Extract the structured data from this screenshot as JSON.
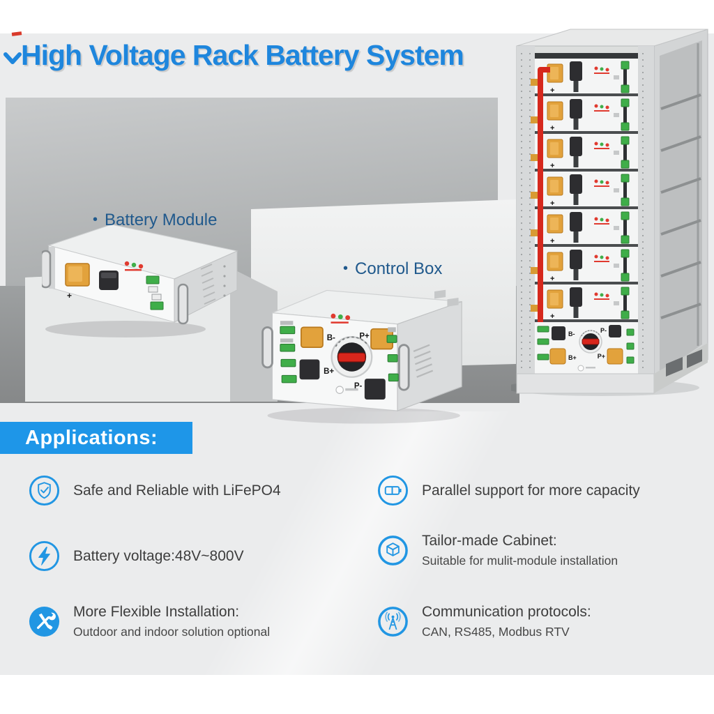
{
  "header": {
    "title": "High Voltage Rack Battery System"
  },
  "showcase": {
    "bullet": "•",
    "battery_module": {
      "label": "Battery Module",
      "plus": "+"
    },
    "control_box": {
      "label": "Control Box",
      "terminals": {
        "b_minus": "B-",
        "b_plus": "B+",
        "p_plus": "P+",
        "p_minus": "P-"
      }
    },
    "rack": {
      "module_plus": "+",
      "terminals": {
        "b_minus": "B-",
        "p_minus": "P-",
        "b_plus": "B+",
        "p_plus": "P+"
      }
    }
  },
  "applications": {
    "heading": "Applications:",
    "features": [
      {
        "icon": "shield-check-icon",
        "title": "Safe and Reliable with LiFePO4",
        "subtitle": ""
      },
      {
        "icon": "lightning-bolt-icon",
        "title": "Battery voltage:48V~800V",
        "subtitle": ""
      },
      {
        "icon": "tools-icon",
        "title": "More Flexible Installation:",
        "subtitle": "Outdoor and indoor solution optional"
      },
      {
        "icon": "parallel-battery-icon",
        "title": "Parallel support for more capacity",
        "subtitle": ""
      },
      {
        "icon": "cabinet-box-icon",
        "title": "Tailor-made Cabinet:",
        "subtitle": "Suitable for mulit-module installation"
      },
      {
        "icon": "antenna-icon",
        "title": "Communication protocols:",
        "subtitle": "CAN, RS485, Modbus RTV"
      }
    ]
  },
  "colors": {
    "title_blue": "#1e86dd",
    "label_blue": "#20598c",
    "banner_blue": "#1e96e8",
    "icon_blue": "#2196e3",
    "accent_orange": "#e2a23c",
    "accent_green": "#3fae49",
    "accent_red": "#d6281d"
  }
}
